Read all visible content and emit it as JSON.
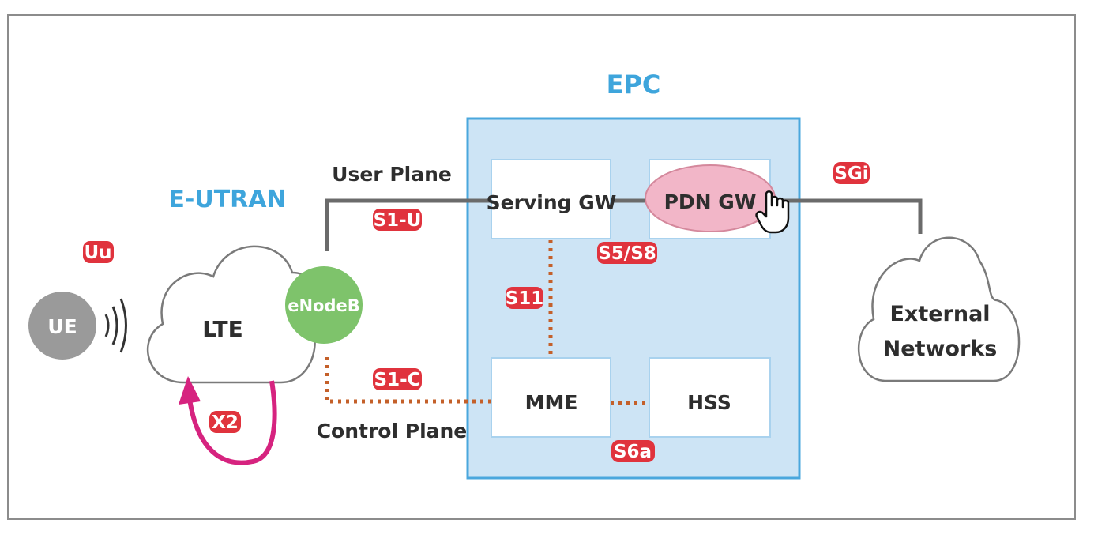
{
  "title": "EPC",
  "ran_title": "E-UTRAN",
  "nodes": {
    "ue": "UE",
    "lte": "LTE",
    "enodeb": "eNodeB",
    "serving_gw": "Serving GW",
    "pdn_gw": "PDN GW",
    "mme": "MME",
    "hss": "HSS",
    "external_line1": "External",
    "external_line2": "Networks"
  },
  "plane_labels": {
    "user_plane": "User Plane",
    "control_plane": "Control Plane"
  },
  "interfaces": {
    "uu": "Uu",
    "x2": "X2",
    "s1u": "S1-U",
    "s1c": "S1-C",
    "s11": "S11",
    "s5s8": "S5/S8",
    "s6a": "S6a",
    "sgi": "SGi"
  },
  "colors": {
    "accent_blue": "#3ea5dc",
    "epc_fill": "#cde4f5",
    "epc_border": "#4aa7dd",
    "node_border": "#a9d2ee",
    "tag_red": "#e0333d",
    "dotted": "#c4602a",
    "enodeb_green": "#7ec36b",
    "ue_gray": "#9a9a9a",
    "x2_magenta": "#d6237f",
    "highlight_pink": "#f2b6c8"
  },
  "icons": [
    "signal-waves-icon",
    "hand-cursor-icon",
    "cloud-shape"
  ]
}
